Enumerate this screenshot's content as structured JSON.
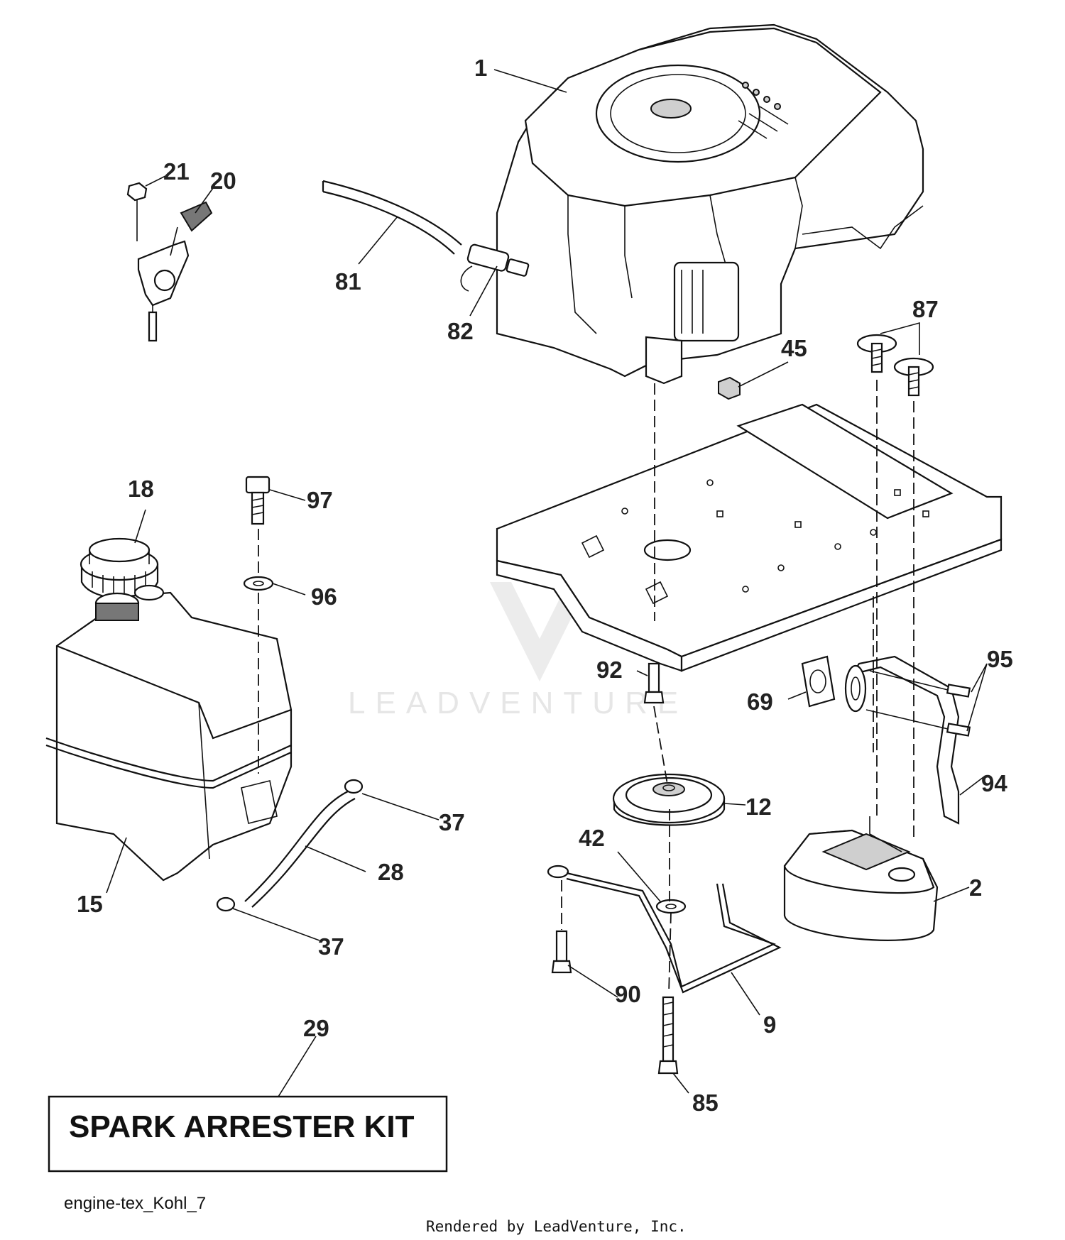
{
  "labels": {
    "l1": "1",
    "l21": "21",
    "l20": "20",
    "l81": "81",
    "l82": "82",
    "l87": "87",
    "l45": "45",
    "l18": "18",
    "l97": "97",
    "l96": "96",
    "l92": "92",
    "l95": "95",
    "l69": "69",
    "l94": "94",
    "l12": "12",
    "l37a": "37",
    "l28": "28",
    "l15": "15",
    "l42": "42",
    "l2": "2",
    "l37b": "37",
    "l90": "90",
    "l9": "9",
    "l29": "29",
    "l85": "85"
  },
  "kit_box": {
    "text": "SPARK ARRESTER KIT"
  },
  "footer": {
    "diagram_id": "engine-tex_Kohl_7",
    "rendered_by": "Rendered by LeadVenture, Inc."
  },
  "watermark": {
    "text": "LEADVENTURE"
  }
}
